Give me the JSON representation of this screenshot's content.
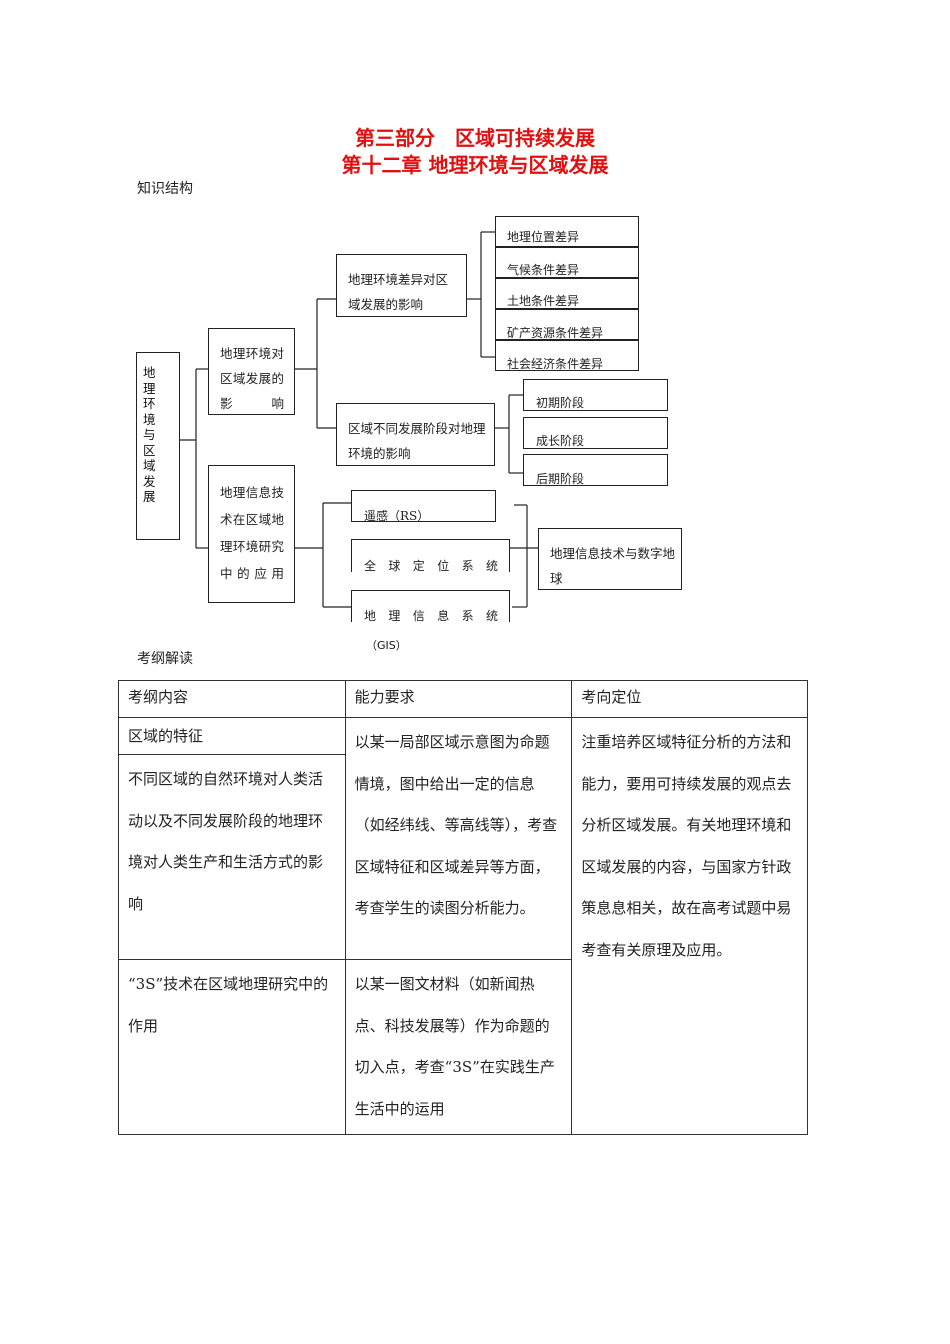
{
  "header": {
    "part_title": "第三部分　区域可持续发展",
    "chapter_title": "第十二章 地理环境与区域发展"
  },
  "knowledge": {
    "heading": "知识结构",
    "root": "地理环境与区域发展",
    "l1_a": "地理环境对区域发展的影响",
    "l1_b": "地理信息技术在区域地理环境研究中的应用",
    "l2_a": "地理环境差异对区域发展的影响",
    "l2_b": "区域不同发展阶段对地理环境的影响",
    "diff_items": [
      "地理位置差异",
      "气候条件差异",
      "土地条件差异",
      "矿产资源条件差异",
      "社会经济条件差异"
    ],
    "stage_items": [
      "初期阶段",
      "成长阶段",
      "后期阶段"
    ],
    "tech_items": [
      "遥感（RS）",
      "全球定位系统",
      "地理信息系统"
    ],
    "gis_label": "（GIS）",
    "tech_result": "地理信息技术与数字地球"
  },
  "outline": {
    "heading": "考纲解读",
    "headers": [
      "考纲内容",
      "能力要求",
      "考向定位"
    ],
    "row1_content": "区域的特征",
    "row2_content": "不同区域的自然环境对人类活动以及不同发展阶段的地理环境对人类生产和生活方式的影响",
    "row3_content": "“3S”技术在区域地理研究中的作用",
    "ability_1": "以某一局部区域示意图为命题情境，图中给出一定的信息（如经纬线、等高线等），考查区域特征和区域差异等方面，考查学生的读图分析能力。",
    "ability_2": "以某一图文材料（如新闻热点、科技发展等）作为命题的切入点，考查“3S”在实践生产生活中的运用",
    "orientation": "注重培养区域特征分析的方法和能力，要用可持续发展的观点去分析区域发展。有关地理环境和区域发展的内容，与国家方针政策息息相关，故在高考试题中易考查有关原理及应用。"
  }
}
